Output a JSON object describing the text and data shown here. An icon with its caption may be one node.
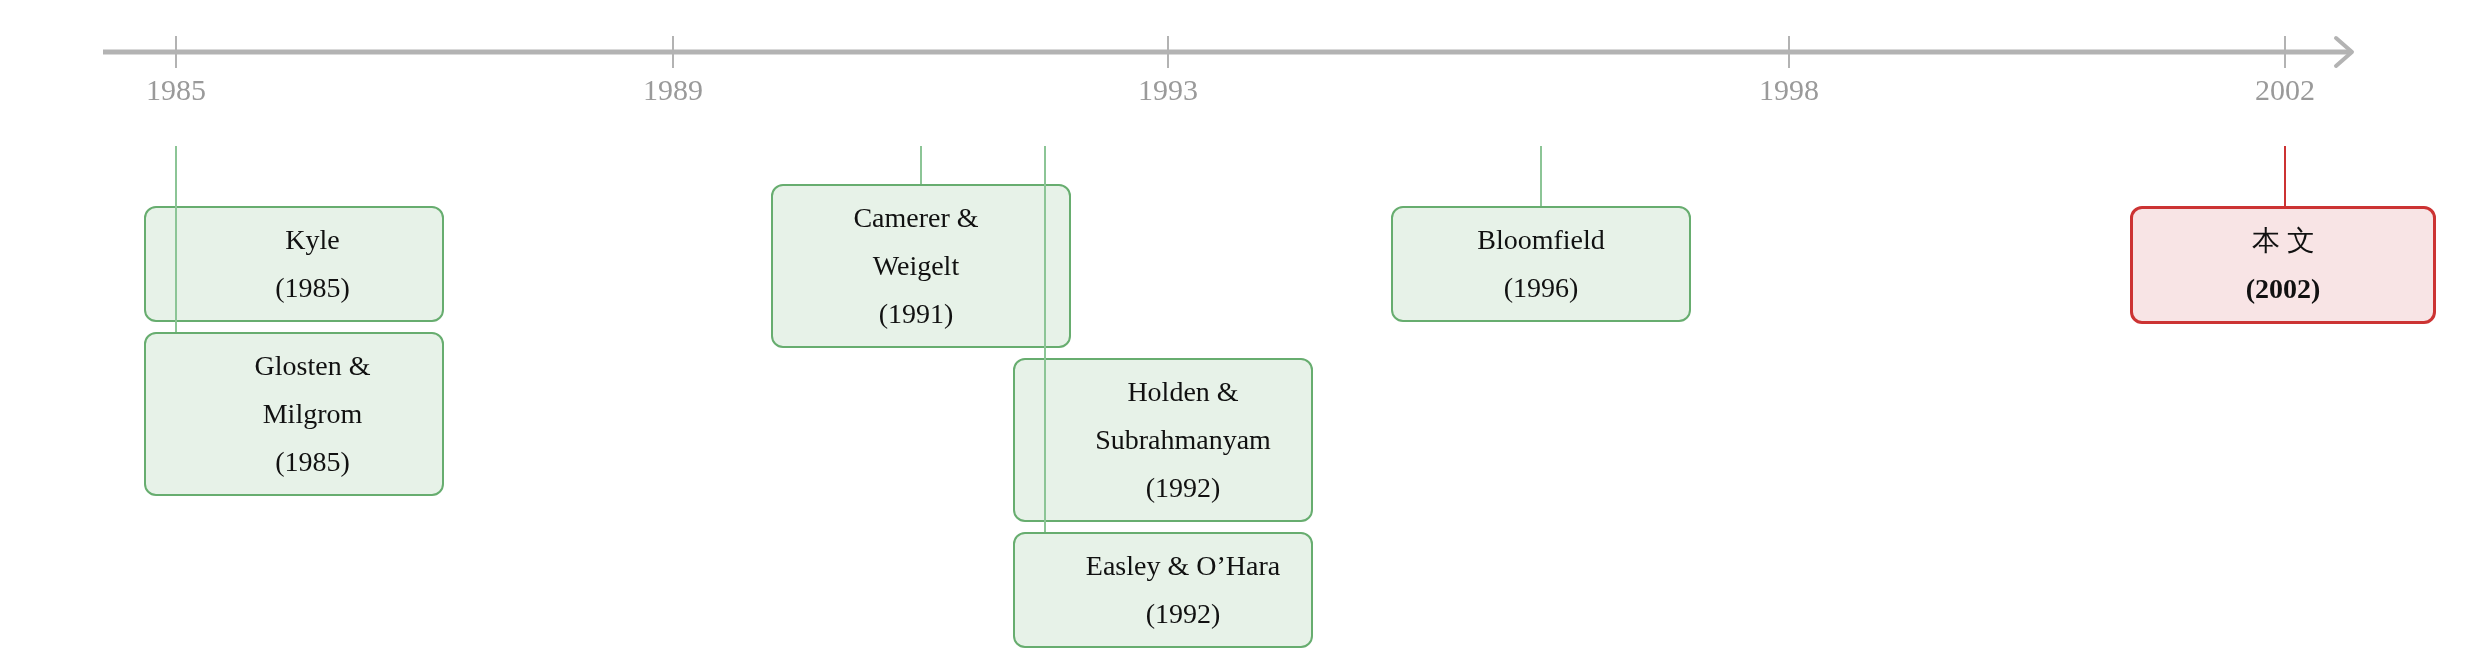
{
  "diagram": {
    "nodes": [
      {
        "text": [
          "Kyle",
          "(1985)"
        ]
      },
      {
        "text": [
          "Glosten & Milgrom",
          "(1985)"
        ]
      },
      {
        "text": [
          "Camerer & Weigelt",
          "(1991)"
        ]
      },
      {
        "text": [
          "Holden & Subrahmanyam",
          "(1992)"
        ]
      },
      {
        "text": [
          "Easley & O’Hara",
          "(1992)"
        ]
      },
      {
        "text": [
          "Bloomfield",
          "(1996)"
        ]
      },
      {
        "text": [
          "本 文",
          "(2002)"
        ]
      }
    ],
    "edges": [
      {
        "from": null,
        "to": 1,
        "arrow": "none"
      },
      {
        "from": null,
        "to": 2,
        "arrow": "none"
      },
      {
        "from": null,
        "to": 4,
        "arrow": "none"
      },
      {
        "from": null,
        "to": 5,
        "arrow": "none"
      },
      {
        "from": null,
        "to": 6,
        "arrow": "none",
        "color": "#cc3333"
      }
    ],
    "labels": [
      "1985",
      "1989",
      "1993",
      "1998",
      "2002"
    ]
  }
}
